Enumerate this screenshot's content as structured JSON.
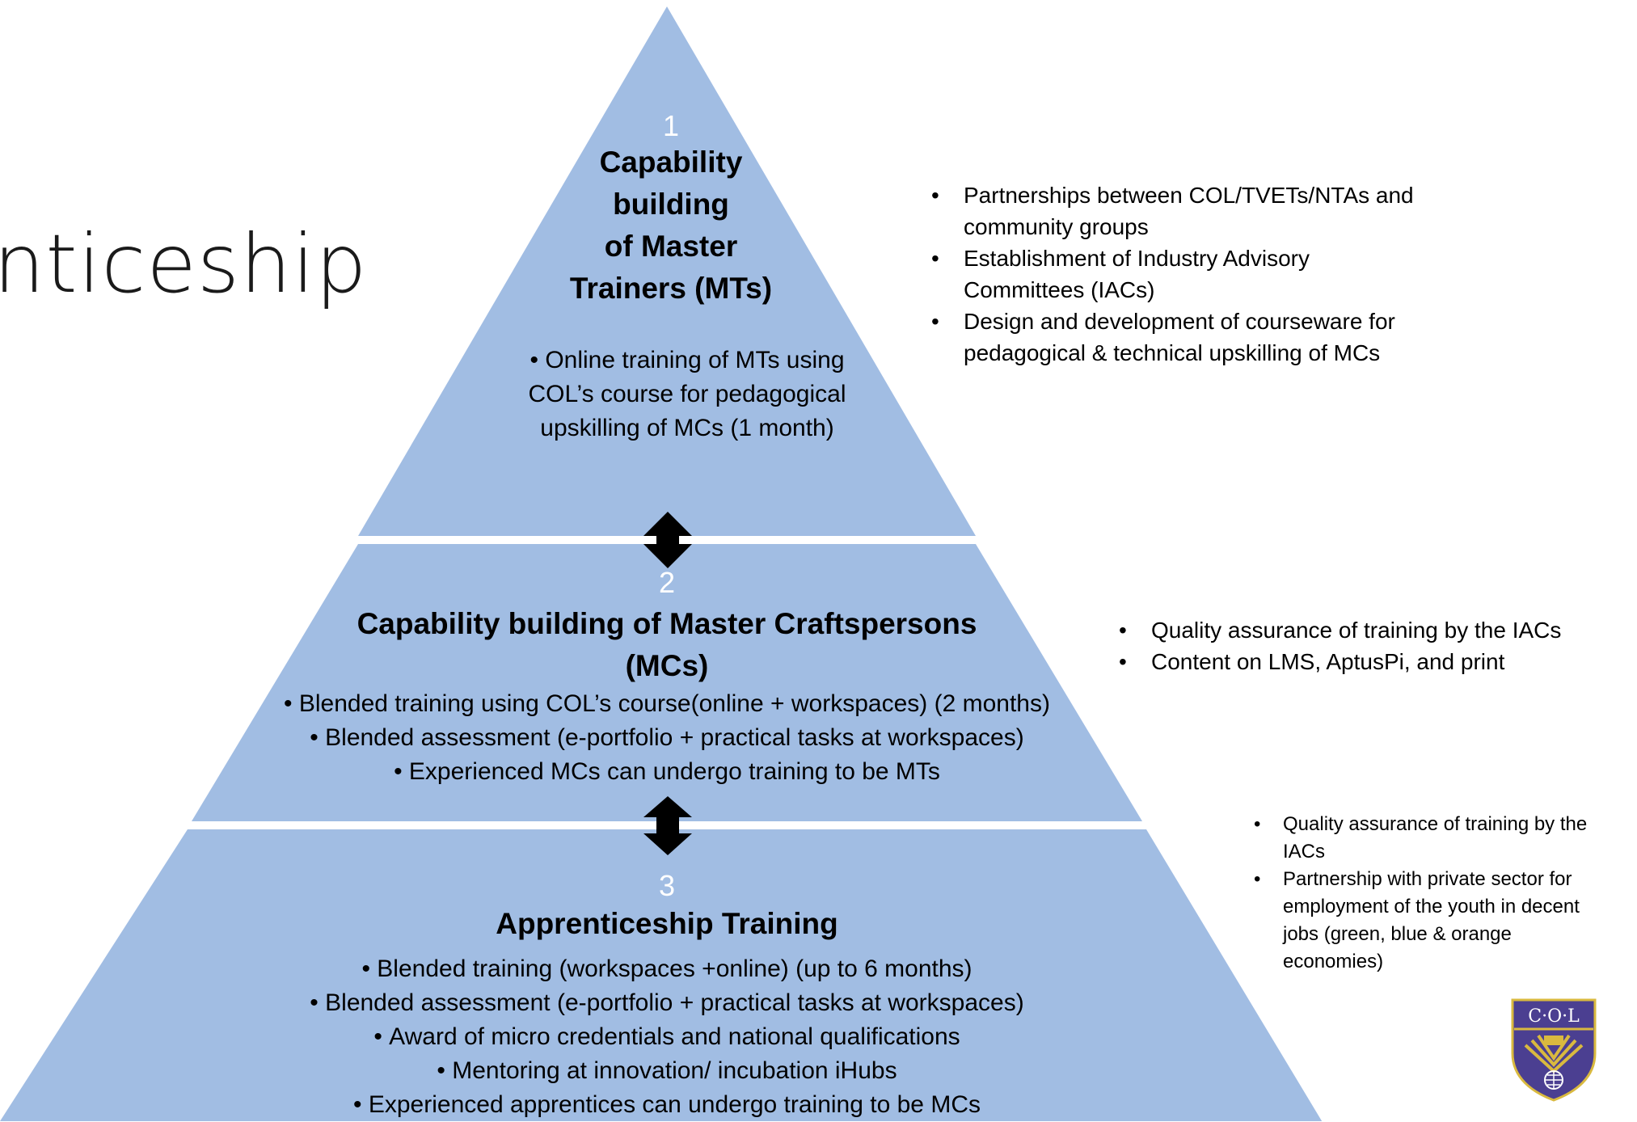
{
  "page": {
    "title_fragment": "nticeship"
  },
  "colors": {
    "tier_fill": "#a1bde3",
    "arrow": "#000000",
    "divider": "#ffffff",
    "logo_shield": "#4b3f91",
    "logo_gold": "#d9b93f"
  },
  "tiers": [
    {
      "number": "1",
      "title_lines": [
        "Capability",
        "building",
        "of Master",
        "Trainers (MTs)"
      ],
      "bullets": [
        "Online training of MTs using",
        "COL’s course for pedagogical",
        "upskilling of MCs (1 month)"
      ]
    },
    {
      "number": "2",
      "title_lines": [
        "Capability building of Master Craftspersons",
        "(MCs)"
      ],
      "bullets": [
        "Blended training using COL’s course(online + workspaces) (2 months)",
        "Blended assessment (e-portfolio + practical tasks at workspaces)",
        "Experienced MCs can undergo training to be MTs"
      ]
    },
    {
      "number": "3",
      "title_lines": [
        "Apprenticeship Training"
      ],
      "bullets": [
        "Blended training (workspaces +online) (up to 6 months)",
        "Blended assessment (e-portfolio + practical tasks at workspaces)",
        "Award of micro credentials and national qualifications",
        "Mentoring at innovation/ incubation iHubs",
        "Experienced apprentices can undergo training to be MCs"
      ]
    }
  ],
  "side_notes": [
    {
      "items": [
        [
          "Partnerships between COL/TVETs/NTAs and",
          "community groups"
        ],
        [
          "Establishment of Industry Advisory",
          "Committees (IACs)"
        ],
        [
          "Design and development of courseware for",
          "pedagogical & technical upskilling of MCs"
        ]
      ]
    },
    {
      "items": [
        [
          "Quality assurance of training by the IACs"
        ],
        [
          "Content on LMS, AptusPi, and print"
        ]
      ]
    },
    {
      "items": [
        [
          "Quality assurance of training by the",
          "IACs"
        ],
        [
          "Partnership with private sector for",
          "employment of the youth in decent",
          "jobs (green, blue & orange",
          "economies)"
        ]
      ]
    }
  ],
  "logo": {
    "text": "C·O·L",
    "icon": "col-logo-shield"
  }
}
